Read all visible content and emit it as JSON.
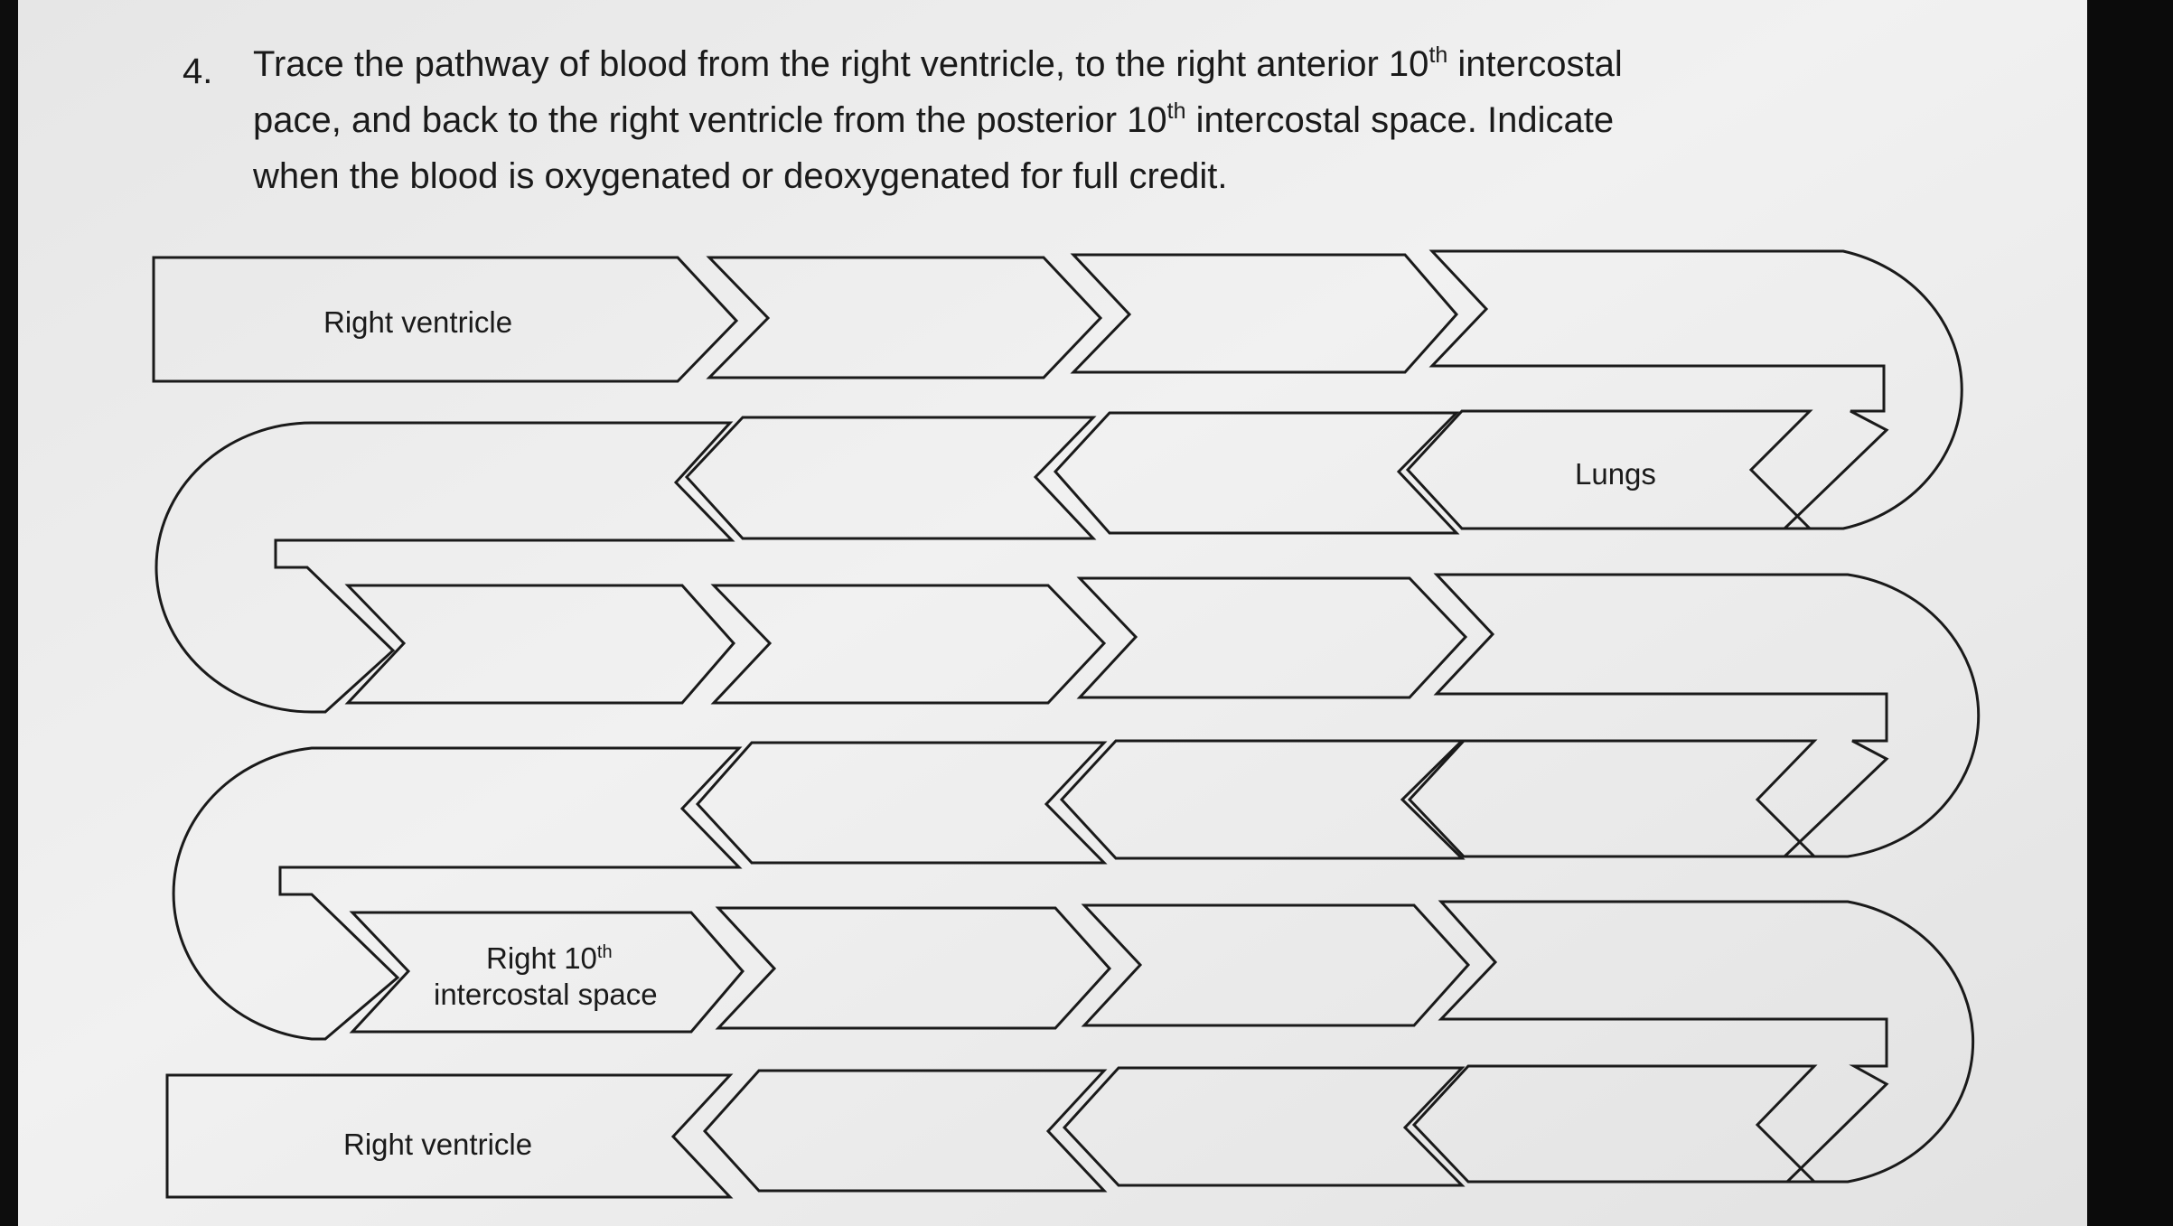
{
  "question": {
    "number": "4.",
    "line1_pre": "Trace the pathway of blood from the right ventricle, to the right anterior 10",
    "line1_sup": "th",
    "line1_post": " intercostal",
    "line2_pre": "pace, and back to the right ventricle from the posterior 10",
    "line2_sup": "th",
    "line2_post": " intercostal space. Indicate",
    "line3": "when the blood is oxygenated or deoxygenated for full credit."
  },
  "diagram": {
    "start_label": "Right ventricle",
    "lungs_label": "Lungs",
    "intercostal_label_a": "Right 10",
    "intercostal_label_sup": "th",
    "intercostal_label_b": "intercostal space",
    "end_label": "Right ventricle"
  },
  "colors": {
    "paper": "#ececec",
    "ink": "#1a1a1a",
    "bezel": "#0d0d0d"
  }
}
